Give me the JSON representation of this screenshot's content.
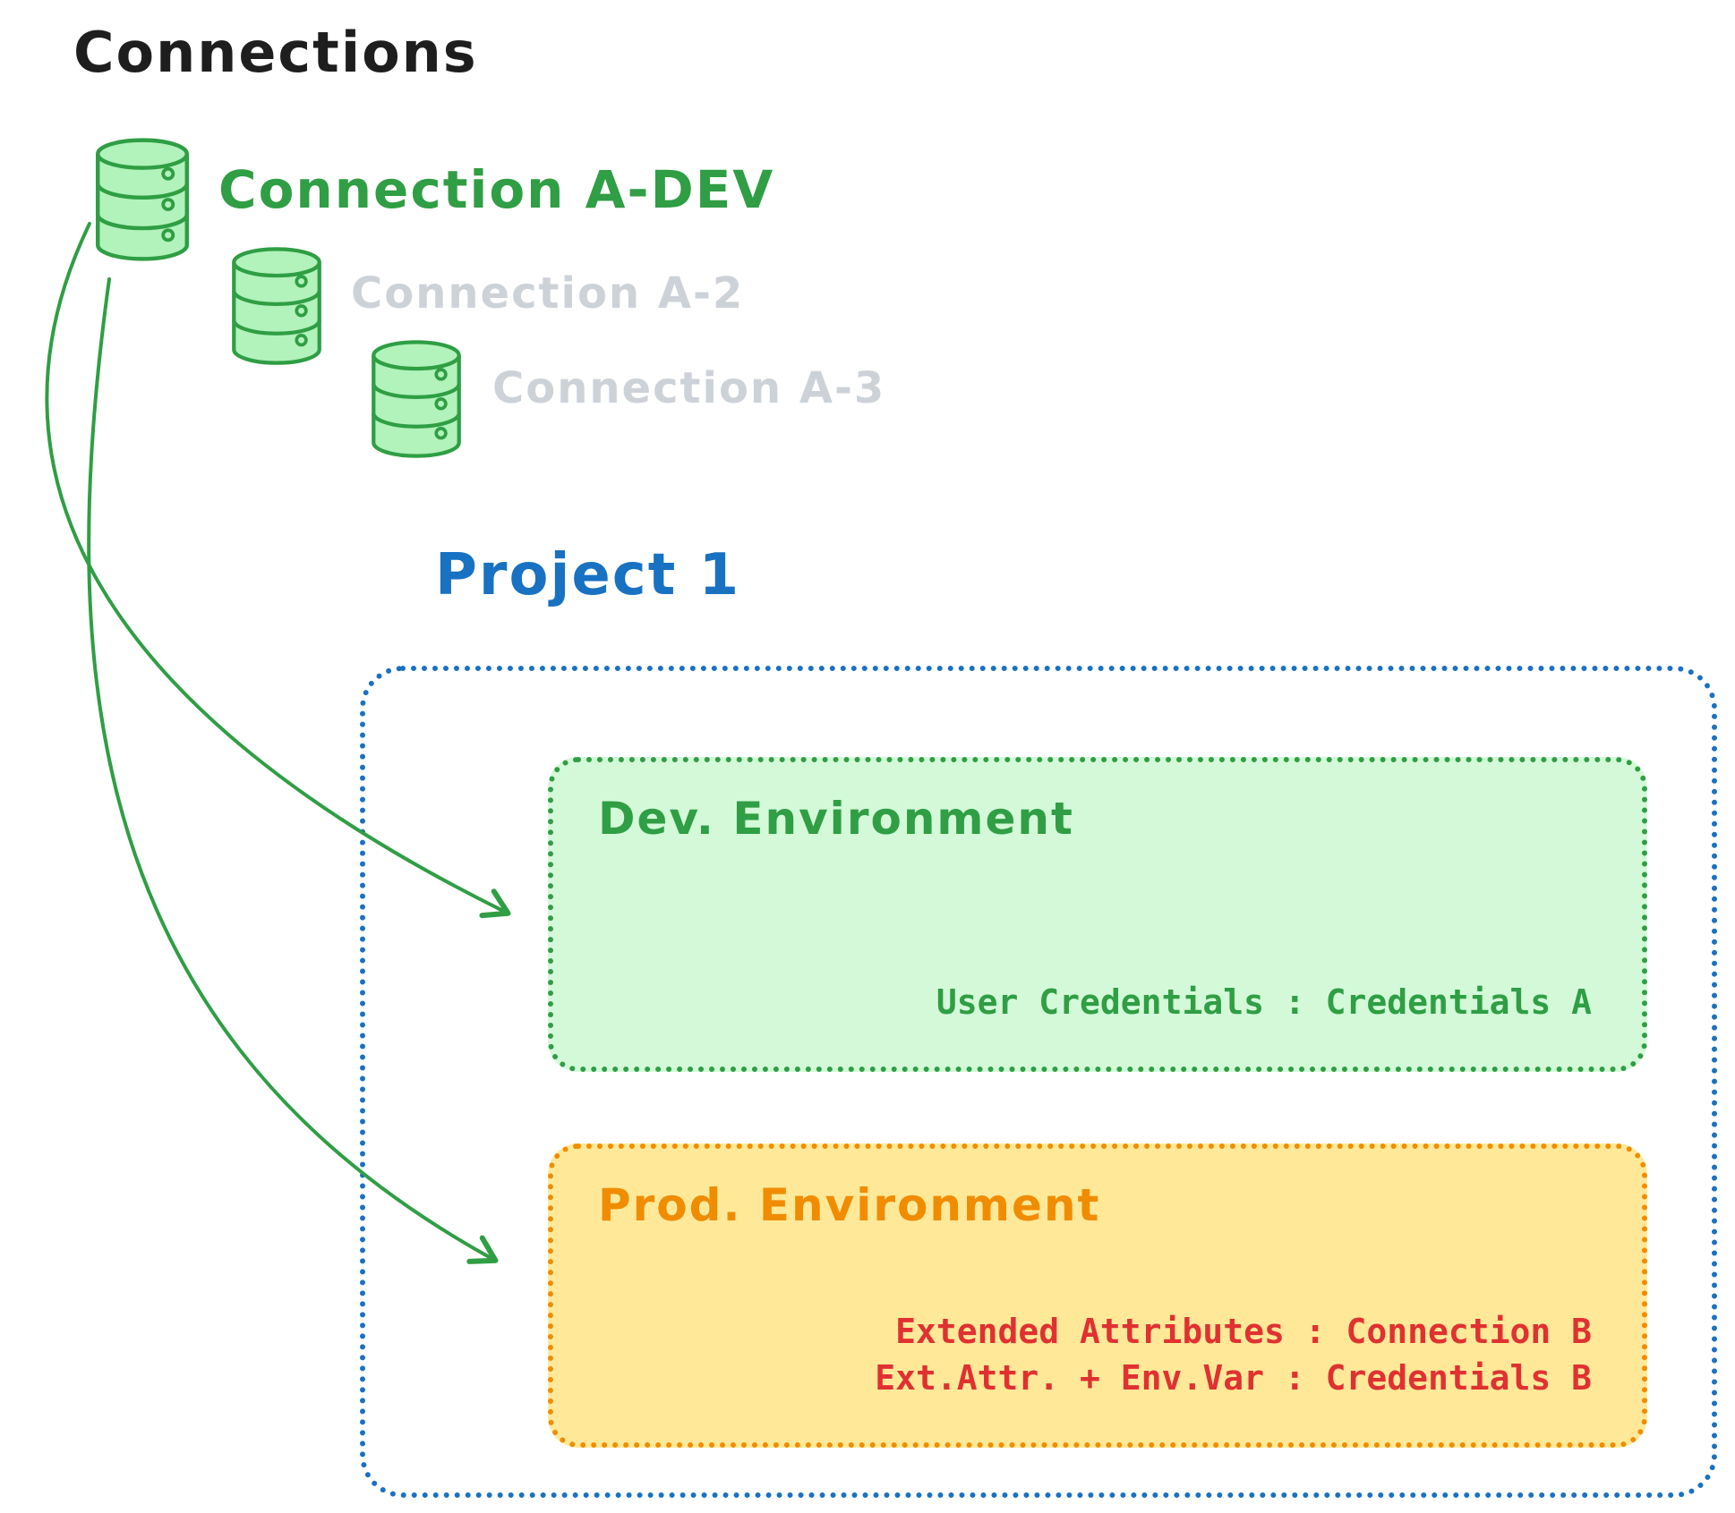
{
  "title": "Connections",
  "connections": [
    {
      "label": "Connection A-DEV",
      "icon": "database-icon",
      "state": "active",
      "color": "#2f9e44"
    },
    {
      "label": "Connection A-2",
      "icon": "database-icon",
      "state": "inactive",
      "color": "#ced4da"
    },
    {
      "label": "Connection A-3",
      "icon": "database-icon",
      "state": "inactive",
      "color": "#ced4da"
    }
  ],
  "project": {
    "title": "Project 1",
    "accent_color": "#1971c2",
    "environments": [
      {
        "name": "Dev. Environment",
        "accent_color": "#2f9e44",
        "fill_color": "#d3f9d8",
        "line_color": "#2f9e44",
        "lines": [
          "User Credentials : Credentials A"
        ]
      },
      {
        "name": "Prod. Environment",
        "accent_color": "#f08c00",
        "fill_color": "#ffec99",
        "line_color": "#e03131",
        "lines": [
          "Extended Attributes : Connection B",
          "Ext.Attr. + Env.Var : Credentials B"
        ]
      }
    ]
  },
  "arrows": [
    {
      "name": "connection-a-dev-to-dev-environment",
      "color": "#2f9e44"
    },
    {
      "name": "connection-a-dev-to-prod-environment",
      "color": "#2f9e44"
    }
  ]
}
